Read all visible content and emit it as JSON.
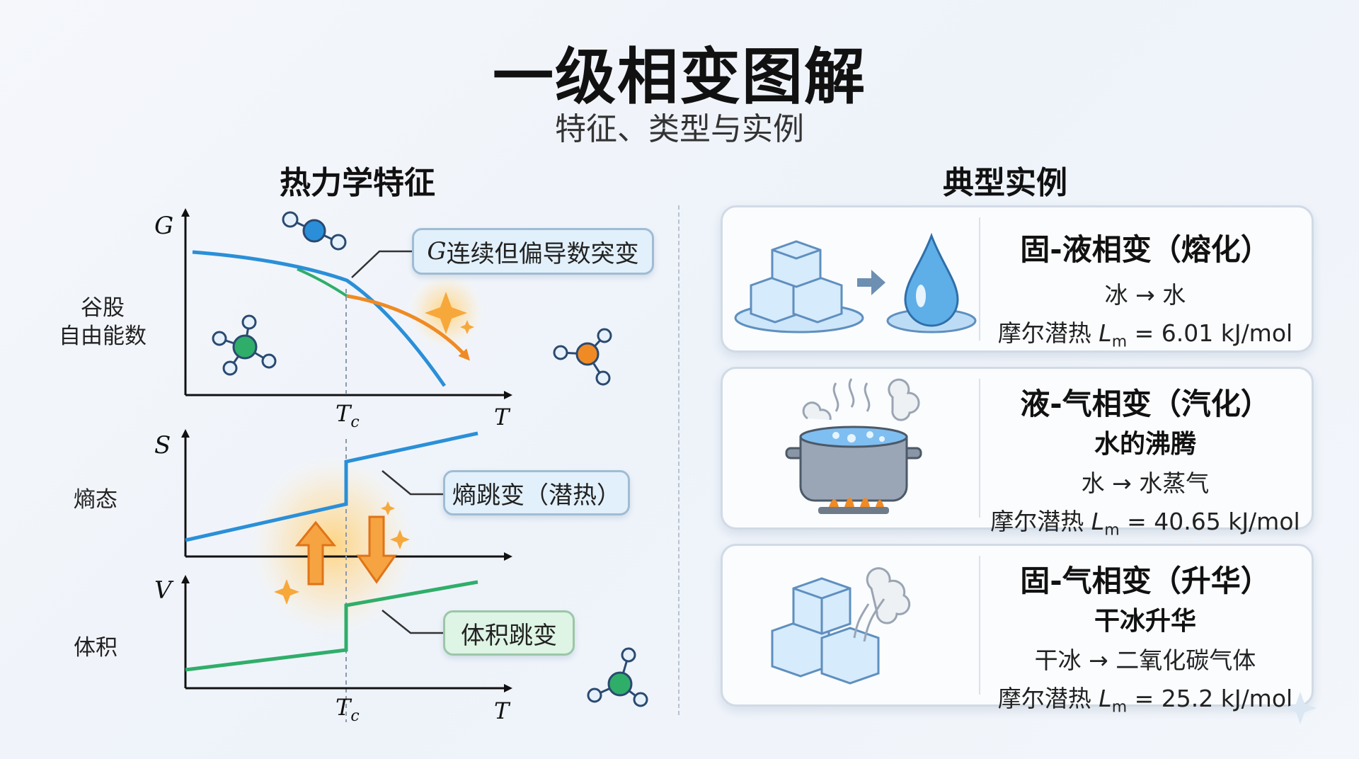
{
  "header": {
    "title": "一级相变图解",
    "subtitle": "特征、类型与实例"
  },
  "left": {
    "heading": "热力学特征",
    "graph_g": {
      "y_axis": "G",
      "y_label_line1": "谷股",
      "y_label_line2": "自由能数",
      "x_axis": "T",
      "tick": "T",
      "tick_sub": "c",
      "callout_var": "G",
      "callout_text": " 连续但偏导数突变"
    },
    "graph_s": {
      "y_axis": "S",
      "y_label": "熵态",
      "callout_text": "熵跳变（潜热）"
    },
    "graph_v": {
      "y_axis": "V",
      "y_label": "体积",
      "x_axis": "T",
      "tick": "T",
      "tick_sub": "c",
      "callout_text": "体积跳变"
    }
  },
  "right": {
    "heading": "典型实例",
    "cards": [
      {
        "title": "固-液相变（熔化）",
        "subtitle": "",
        "process": "冰 → 水",
        "latent_prefix": "摩尔潜热 ",
        "latent_symbol": "L",
        "latent_sub": "m",
        "latent_value": " = 6.01 kJ/mol"
      },
      {
        "title": "液-气相变（汽化）",
        "subtitle": "水的沸腾",
        "process": "水 → 水蒸气",
        "latent_prefix": "摩尔潜热 ",
        "latent_symbol": "L",
        "latent_sub": "m",
        "latent_value": " = 40.65 kJ/mol"
      },
      {
        "title": "固-气相变（升华）",
        "subtitle": "干冰升华",
        "process": "干冰 → 二氧化碳气体",
        "latent_prefix": "摩尔潜热 ",
        "latent_symbol": "L",
        "latent_sub": "m",
        "latent_value": " = 25.2 kJ/mol"
      }
    ]
  },
  "colors": {
    "blue": "#2a8fd8",
    "green": "#2fae6a",
    "orange": "#f08a24",
    "axis": "#111111"
  },
  "icons": [
    "molecule-icon",
    "sparkle-icon",
    "ice-cube-icon",
    "water-drop-icon",
    "boiling-pot-icon",
    "steam-icon",
    "dry-ice-icon"
  ]
}
